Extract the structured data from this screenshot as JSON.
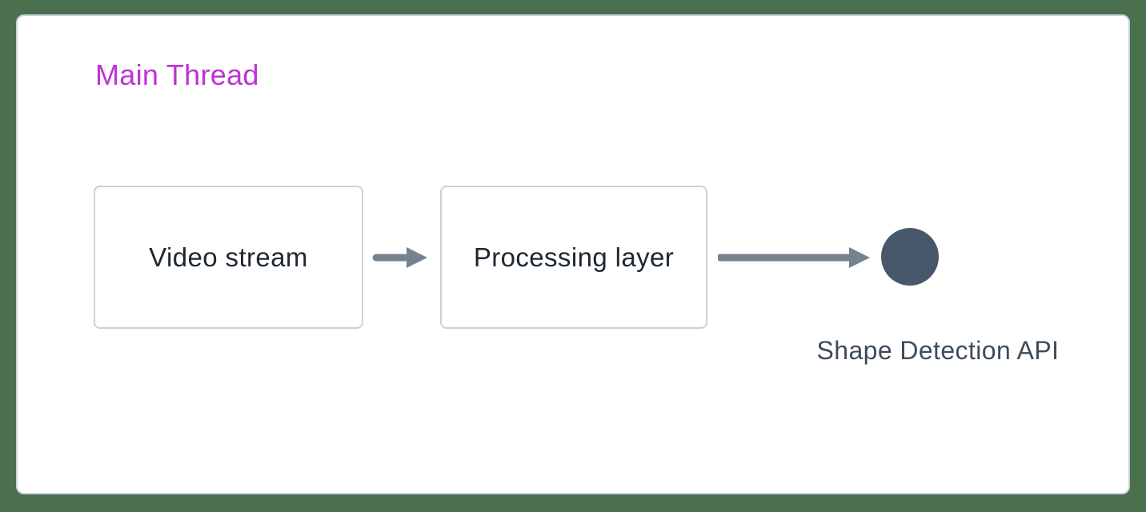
{
  "colors": {
    "page_background": "#4a7050",
    "panel_background": "#ffffff",
    "panel_border": "#c9d3da",
    "node_border": "#c7d2dc",
    "node_text": "#1d2833",
    "arrow": "#75828f",
    "circle_fill": "#46586a",
    "title_text": "#be33d4",
    "caption_text": "#3e4c59"
  },
  "header": {
    "title": "Main Thread"
  },
  "diagram": {
    "nodes": [
      {
        "label": "Video stream"
      },
      {
        "label": "Processing layer"
      }
    ],
    "endpoint": {
      "label": "Shape Detection API",
      "shape": "circle"
    },
    "flow": "Video stream -> Processing layer -> Shape Detection API"
  }
}
